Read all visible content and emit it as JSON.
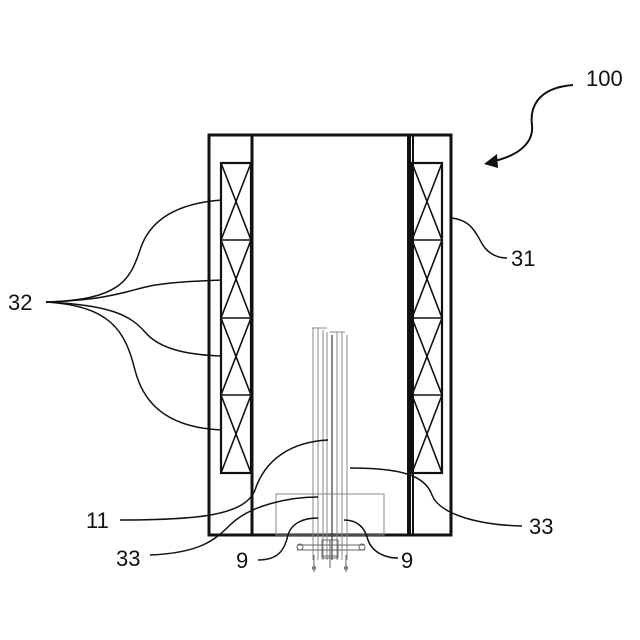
{
  "labels": {
    "assembly": "100",
    "outer_wall": "31",
    "coils": "32",
    "rod": "11",
    "support_right": "33",
    "support_left": "33",
    "fastener_left": "9",
    "fastener_right": "9"
  },
  "colors": {
    "stroke": "#111111",
    "thin_stroke": "#888888",
    "background": "#ffffff"
  }
}
